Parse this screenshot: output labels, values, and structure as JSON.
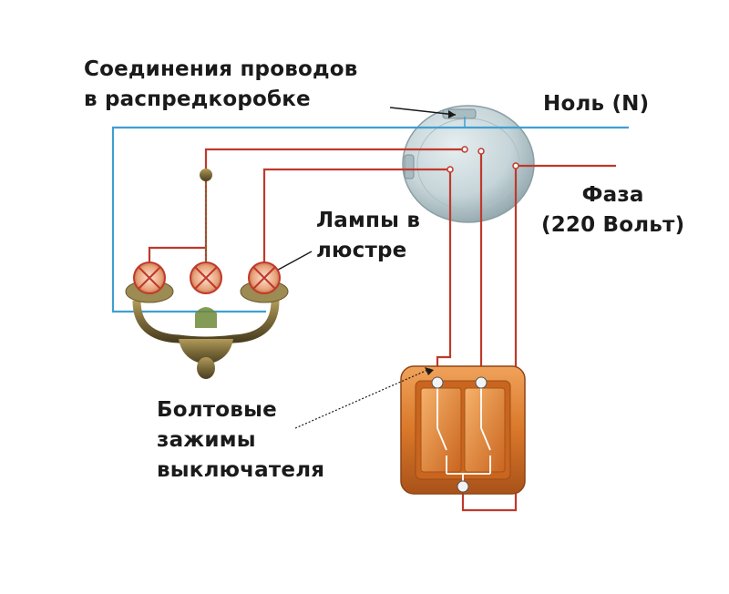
{
  "labels": {
    "junction_box": [
      "Соединения проводов",
      "в распредкоробке"
    ],
    "neutral": "Ноль (N)",
    "phase": [
      "Фаза",
      "(220 Вольт)"
    ],
    "lamps": [
      "Лампы в",
      "люстре"
    ],
    "switch_clamps": [
      "Болтовые",
      "зажимы",
      "выключателя"
    ]
  },
  "colors": {
    "neutral_wire": "#3f9fd1",
    "phase_wire": "#c0392b",
    "switch_body": "#d9782a",
    "switch_frame": "#b85e1c",
    "junction_box": "#c6d5d9",
    "chandelier_bronze": "#7a6a3a",
    "lamp_glow": "#e8a27a"
  }
}
